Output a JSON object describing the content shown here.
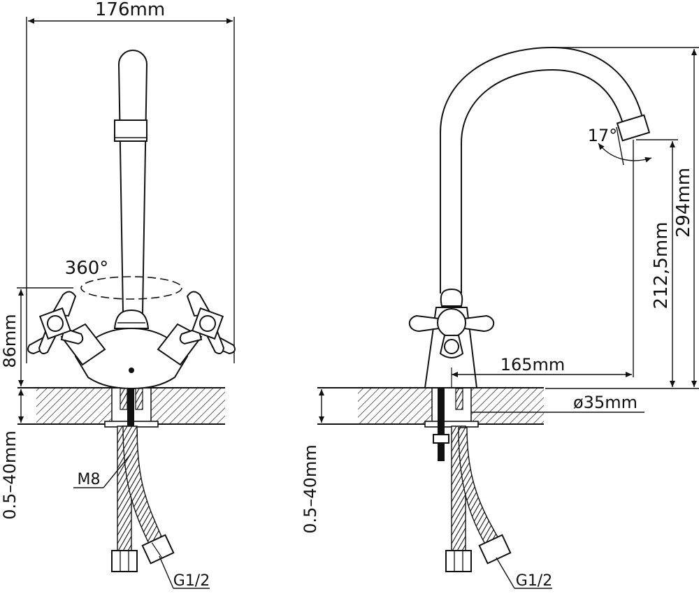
{
  "diagram": {
    "front_view": {
      "width_label": "176mm",
      "rotation_label": "360°",
      "height_label": "86mm",
      "thickness_label": "0.5–40mm",
      "stud_label": "M8",
      "connector_label": "G1/2"
    },
    "side_view": {
      "angle_label": "17°",
      "total_height_label": "294mm",
      "spout_height_label": "212,5mm",
      "reach_label": "165mm",
      "diameter_label": "ø35mm",
      "thickness_label": "0.5–40mm",
      "connector_label": "G1/2"
    }
  }
}
